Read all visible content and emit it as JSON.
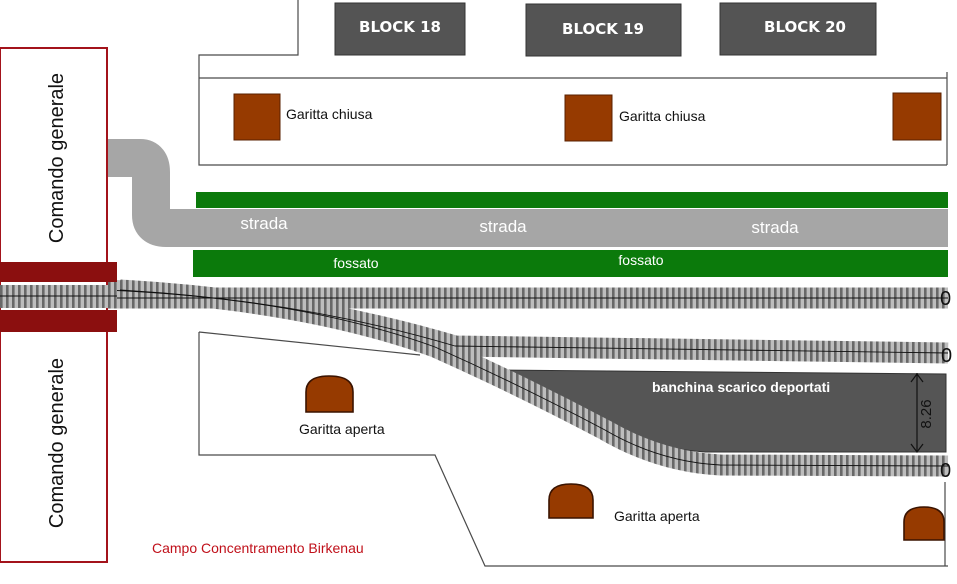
{
  "blocks": [
    "BLOCK 18",
    "BLOCK 19",
    "BLOCK 20"
  ],
  "garitta_chiusa": "Garitta chiusa",
  "garitta_aperta": "Garitta aperta",
  "strada": "strada",
  "fossato": "fossato",
  "comando": "Comando generale",
  "banchina": "banchina scarico deportati",
  "dimension": "8.26",
  "track_zero": "0",
  "caption": "Campo Concentramento Birkenau",
  "colors": {
    "block": "#545454",
    "hut": "#963a00",
    "ditch": "#0b7a0b",
    "road": "#a6a6a6",
    "platform": "#555555",
    "frame": "#a3131b",
    "gate": "#8b0f0f",
    "caption": "#c0101a"
  }
}
